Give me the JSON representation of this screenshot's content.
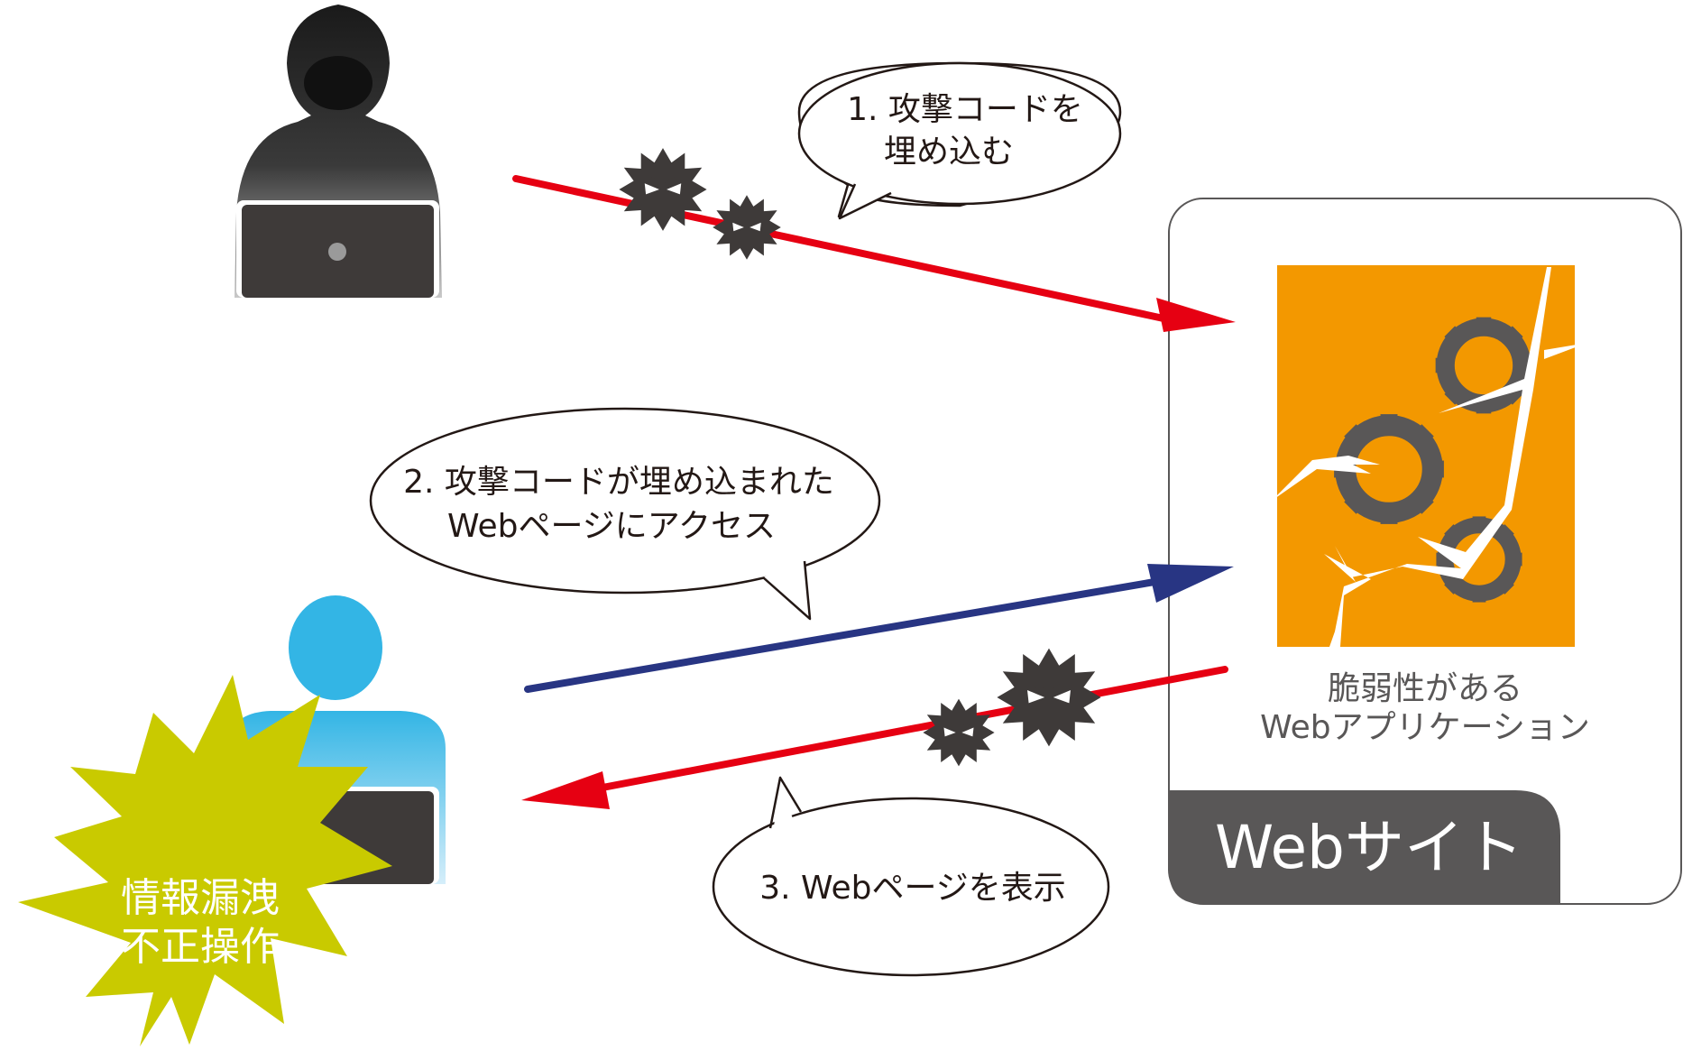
{
  "bubbles": {
    "step1": {
      "line1": "1. 攻撃コードを",
      "line2": "埋め込む"
    },
    "step2": {
      "line1": "2. 攻撃コードが埋め込まれた",
      "line2": "Webページにアクセス"
    },
    "step3": {
      "line1": "3.  Webページを表示"
    }
  },
  "website": {
    "app_label_line1": "脆弱性がある",
    "app_label_line2": "Webアプリケーション",
    "footer_label": "Webサイト"
  },
  "impact": {
    "line1": "情報漏洩",
    "line2": "不正操作"
  },
  "colors": {
    "attack_arrow": "#e60012",
    "access_arrow": "#283583",
    "app_bg": "#f39800",
    "footer_bg": "#595757",
    "victim": "#33b5e5",
    "burst": "#cccc00",
    "virus": "#3e3a39"
  },
  "icons": {
    "attacker": "hooded-hacker-icon",
    "victim": "user-with-laptop-icon",
    "malware": "virus-icon",
    "gears": "broken-gears-icon"
  }
}
